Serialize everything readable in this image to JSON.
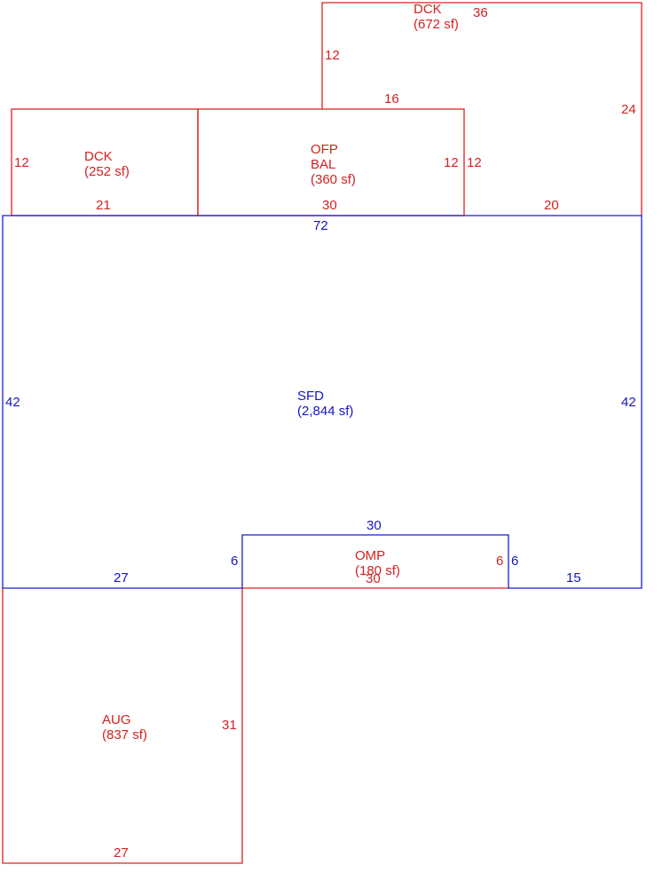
{
  "colors": {
    "red": "#d62020",
    "blue": "#1414c8"
  },
  "areas": {
    "dck_top": {
      "code": "DCK",
      "area": "(672 sf)"
    },
    "dck_left": {
      "code": "DCK",
      "area": "(252 sf)"
    },
    "ofp_bal": {
      "code1": "OFP",
      "code2": "BAL",
      "area": "(360 sf)"
    },
    "sfd": {
      "code": "SFD",
      "area": "(2,844 sf)"
    },
    "omp": {
      "code": "OMP",
      "area": "(180 sf)"
    },
    "aug": {
      "code": "AUG",
      "area": "(837 sf)"
    }
  },
  "dimensions": {
    "dck_top_top": "36",
    "dck_top_left": "12",
    "dck_top_inner": "16",
    "dck_top_right": "24",
    "dck_top_bottom": "20",
    "dck_left_left": "12",
    "dck_left_bottom": "21",
    "ofp_bottom": "30",
    "ofp_right": "12",
    "ofp_right2": "12",
    "sfd_top": "72",
    "sfd_left": "42",
    "sfd_right": "42",
    "sfd_bottom_left": "27",
    "sfd_bottom_right": "15",
    "sfd_notch_left": "6",
    "sfd_notch_right": "6",
    "sfd_notch_top": "30",
    "omp_right": "6",
    "omp_bottom": "30",
    "aug_right": "31",
    "aug_bottom": "27"
  }
}
